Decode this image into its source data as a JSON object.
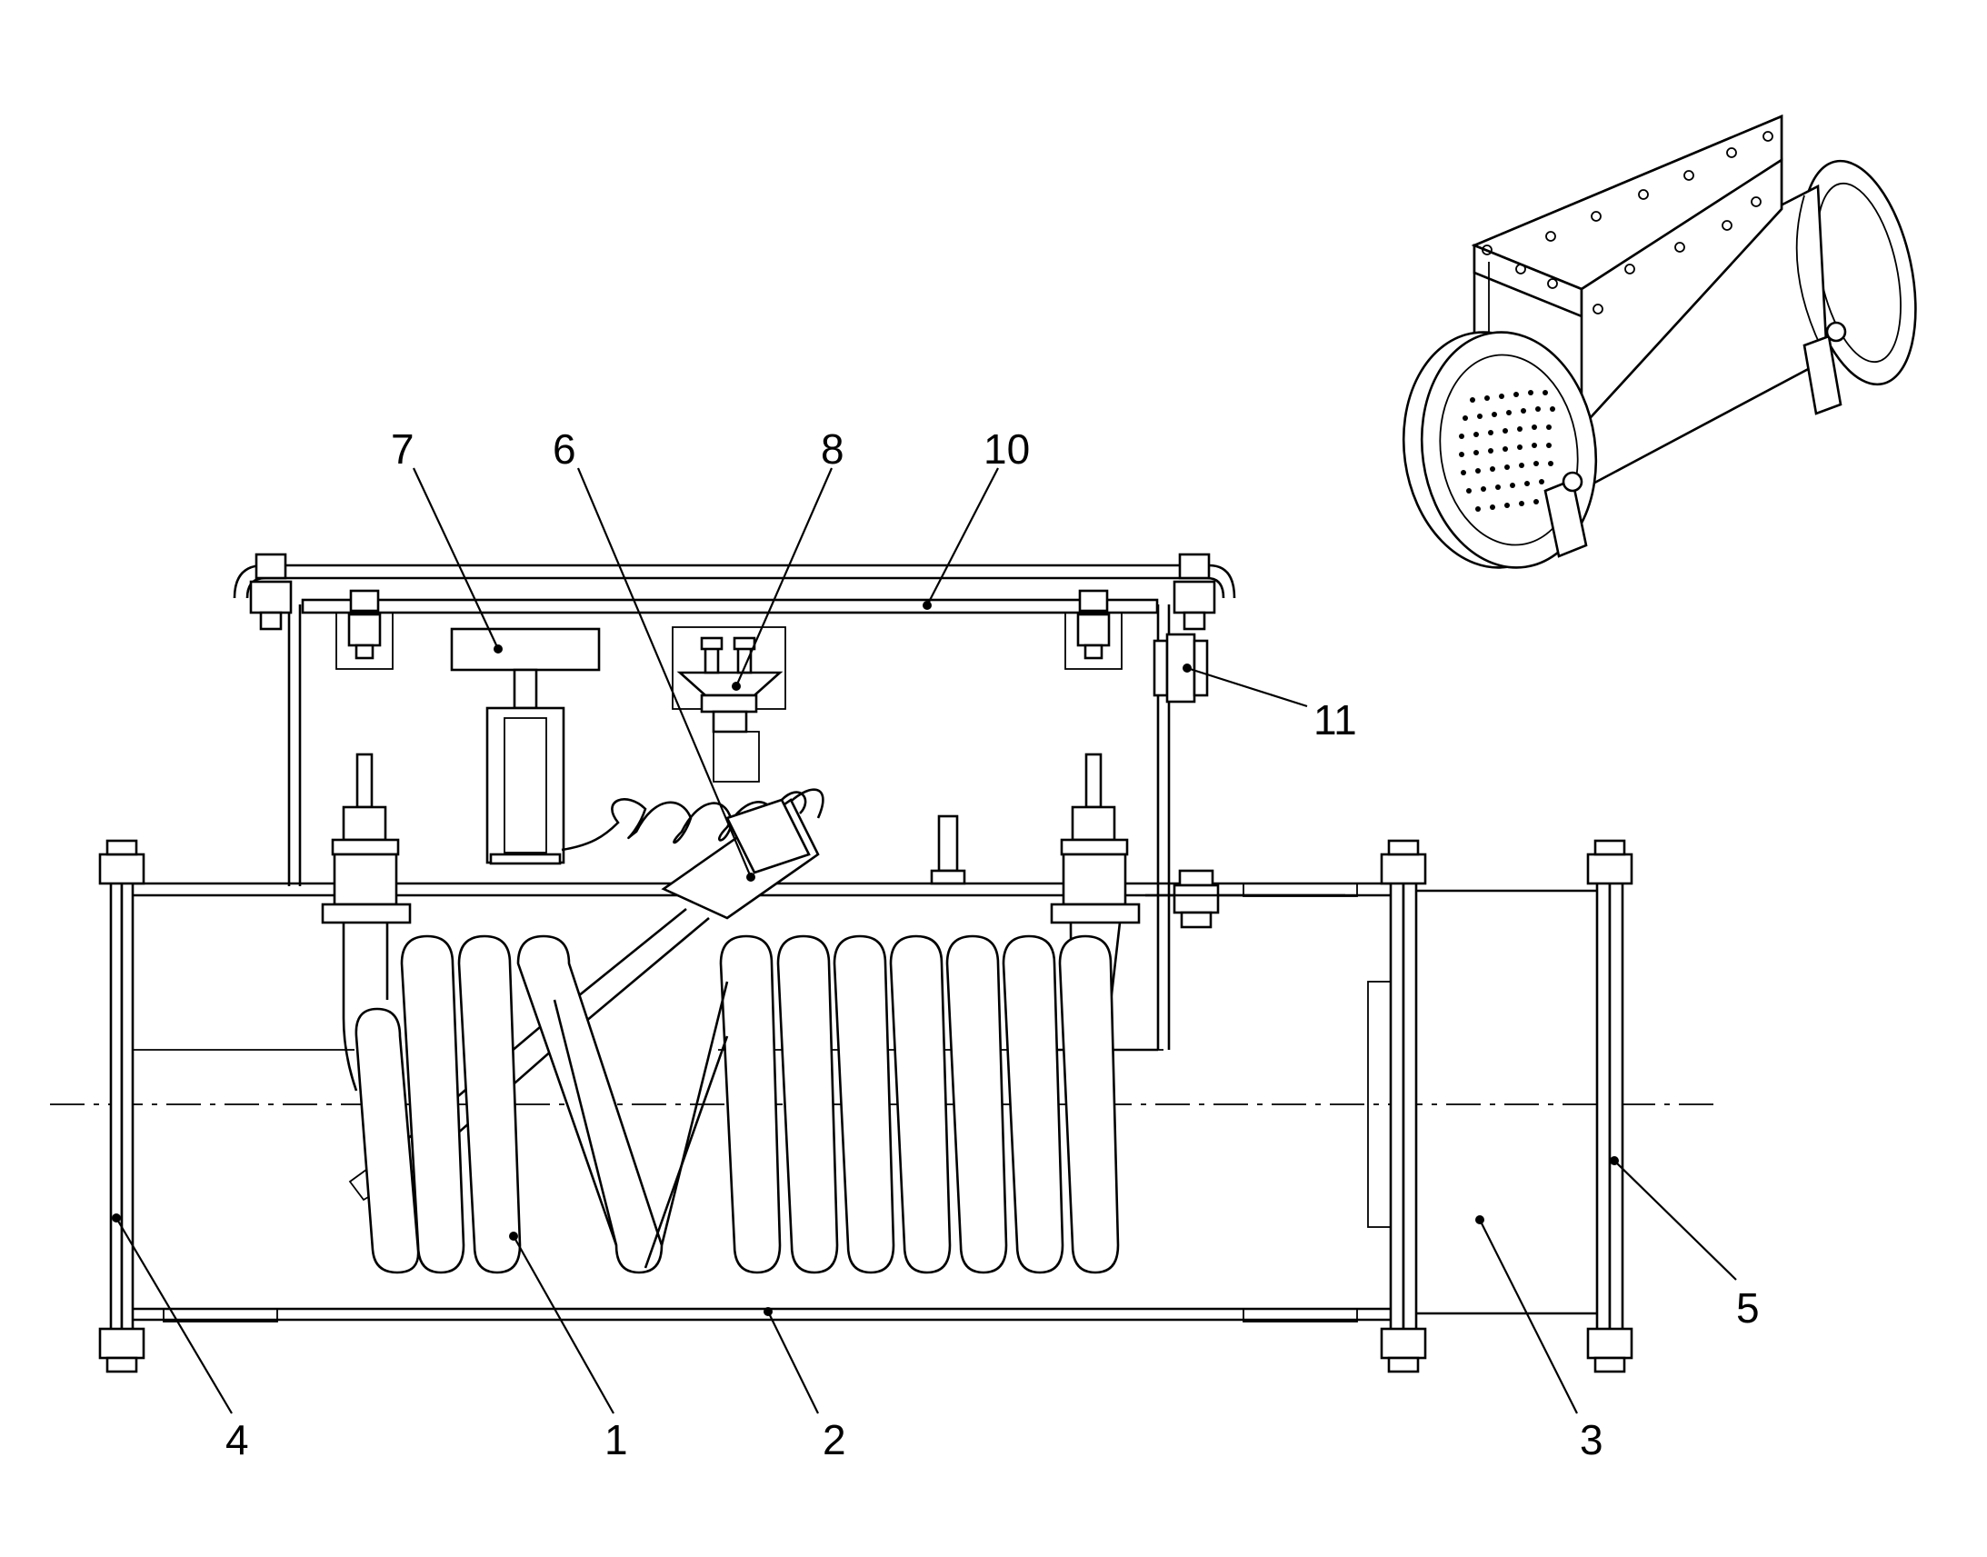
{
  "diagram": {
    "callouts": [
      {
        "id": "c7",
        "label": "7"
      },
      {
        "id": "c6",
        "label": "6"
      },
      {
        "id": "c8",
        "label": "8"
      },
      {
        "id": "c10",
        "label": "10"
      },
      {
        "id": "c11",
        "label": "11"
      },
      {
        "id": "c4",
        "label": "4"
      },
      {
        "id": "c1",
        "label": "1"
      },
      {
        "id": "c2",
        "label": "2"
      },
      {
        "id": "c3",
        "label": "3"
      },
      {
        "id": "c5",
        "label": "5"
      }
    ]
  }
}
